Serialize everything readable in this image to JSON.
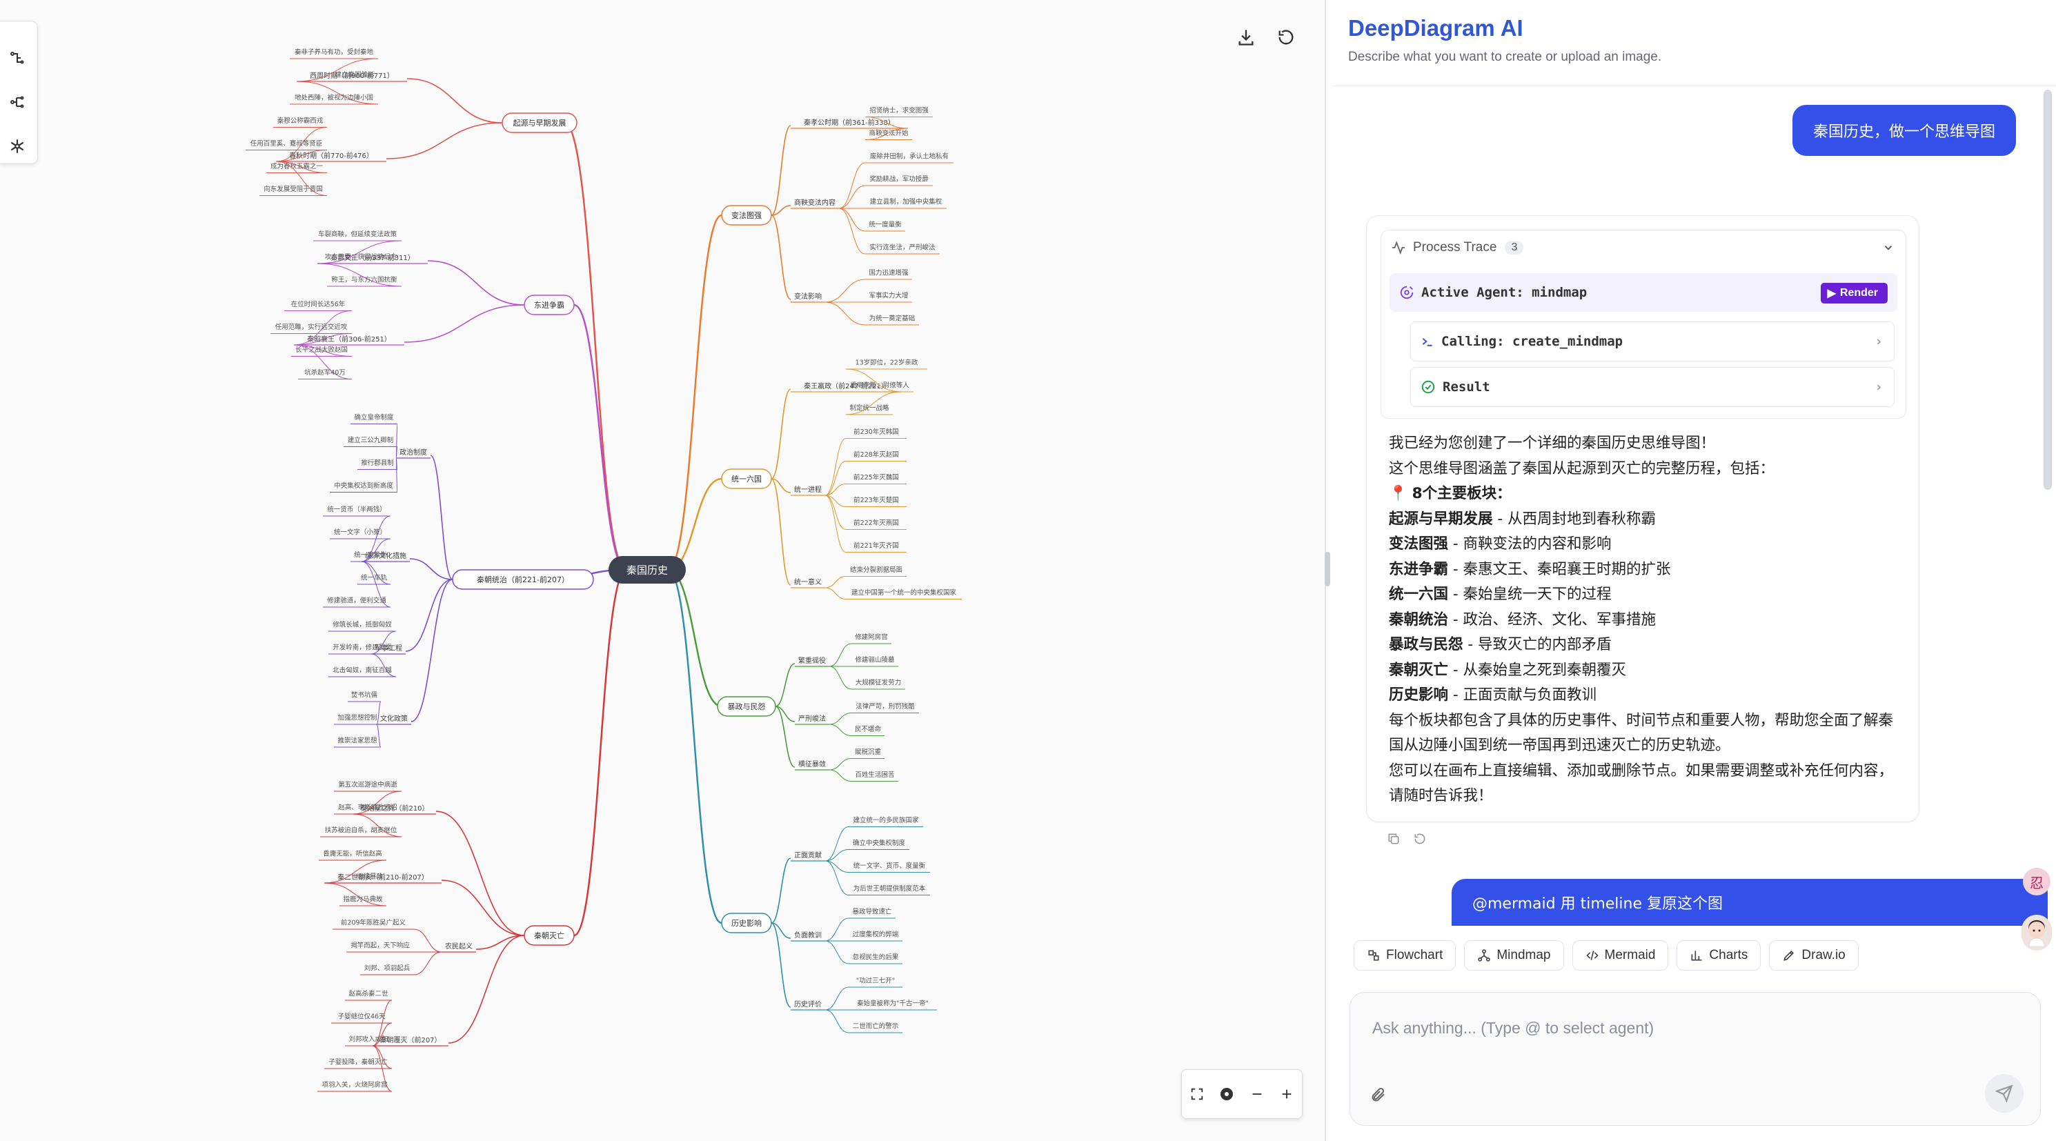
{
  "canvas": {
    "root": "秦国历史"
  },
  "mindmap": [
    {
      "label": "起源与早期发展",
      "color": "#e0544c",
      "side": "left",
      "children": [
        {
          "label": "西周时期（前900-前771）",
          "leaves": [
            "秦非子养马有功，受封秦地",
            "建立秦国雏形",
            "地处西陲，被视为边陲小国"
          ]
        },
        {
          "label": "春秋时期（前770-前476）",
          "leaves": [
            "秦穆公称霸西戎",
            "任用百里奚、蹇叔等贤臣",
            "成为春秋五霸之一",
            "向东发展受阻于晋国"
          ]
        }
      ]
    },
    {
      "label": "东进争霸",
      "color": "#b84fc7",
      "side": "left",
      "children": [
        {
          "label": "秦惠文王（前337-前311）",
          "leaves": [
            "车裂商鞅，但延续变法政策",
            "攻占巴蜀，获得战略后方",
            "称王，与东方六国抗衡"
          ]
        },
        {
          "label": "秦昭襄王（前306-前251）",
          "leaves": [
            "在位时间长达56年",
            "任用范雎，实行远交近攻",
            "长平之战大败赵国",
            "坑杀赵军40万"
          ]
        }
      ]
    },
    {
      "label": "秦朝统治（前221-前207）",
      "color": "#7a4ed0",
      "side": "left",
      "children": [
        {
          "label": "政治制度",
          "leaves": [
            "确立皇帝制度",
            "建立三公九卿制",
            "推行郡县制",
            "中央集权达到新高度"
          ]
        },
        {
          "label": "经济文化措施",
          "leaves": [
            "统一货币（半两钱）",
            "统一文字（小篆）",
            "统一度量衡",
            "统一车轨",
            "修建驰道，便利交通"
          ]
        },
        {
          "label": "军事工程",
          "leaves": [
            "修筑长城，抵御匈奴",
            "开发岭南，修建灵渠",
            "北击匈奴，南征百越"
          ]
        },
        {
          "label": "文化政策",
          "leaves": [
            "焚书坑儒",
            "加强思想控制",
            "推崇法家思想"
          ]
        }
      ]
    },
    {
      "label": "秦朝灭亡",
      "color": "#d6383a",
      "side": "left",
      "children": [
        {
          "label": "秦始皇之死（前210）",
          "leaves": [
            "第五次巡游途中病逝",
            "赵高、李斯篡改遗诏",
            "扶苏被迫自杀，胡亥继位"
          ]
        },
        {
          "label": "秦二世胡亥（前210-前207）",
          "leaves": [
            "昏庸无能，听信赵高",
            "继续暴政",
            "指鹿为马典故"
          ]
        },
        {
          "label": "农民起义",
          "leaves": [
            "前209年陈胜吴广起义",
            "揭竿而起，天下响应",
            "刘邦、项羽起兵"
          ]
        },
        {
          "label": "秦朝覆灭（前207）",
          "leaves": [
            "赵高杀秦二世",
            "子婴继位仅46天",
            "刘邦攻入咸阳",
            "子婴投降，秦朝灭亡",
            "项羽入关，火烧阿房宫"
          ]
        }
      ]
    },
    {
      "label": "变法图强",
      "color": "#ec7a2c",
      "side": "right",
      "children": [
        {
          "label": "秦孝公时期（前361-前338）",
          "leaves": [
            "招贤纳士，求变图强",
            "商鞅变法开始"
          ]
        },
        {
          "label": "商鞅变法内容",
          "leaves": [
            "废除井田制，承认土地私有",
            "奖励耕战，军功授爵",
            "建立县制，加强中央集权",
            "统一度量衡",
            "实行连坐法，严刑峻法"
          ]
        },
        {
          "label": "变法影响",
          "leaves": [
            "国力迅速增强",
            "军事实力大增",
            "为统一奠定基础"
          ]
        }
      ]
    },
    {
      "label": "统一六国",
      "color": "#e09a2e",
      "side": "right",
      "children": [
        {
          "label": "秦王嬴政（前247-前221）",
          "leaves": [
            "13岁即位，22岁亲政",
            "重用李斯、尉缭等人",
            "制定统一战略"
          ]
        },
        {
          "label": "统一进程",
          "leaves": [
            "前230年灭韩国",
            "前228年灭赵国",
            "前225年灭魏国",
            "前223年灭楚国",
            "前222年灭燕国",
            "前221年灭齐国"
          ]
        },
        {
          "label": "统一意义",
          "leaves": [
            "结束分裂割据局面",
            "建立中国第一个统一的中央集权国家"
          ]
        }
      ]
    },
    {
      "label": "暴政与民怨",
      "color": "#4a9e3c",
      "side": "right",
      "children": [
        {
          "label": "繁重徭役",
          "leaves": [
            "修建阿房宫",
            "修建骊山陵墓",
            "大规模征发劳力"
          ]
        },
        {
          "label": "严刑峻法",
          "leaves": [
            "法律严苛，刑罚残酷",
            "民不堪命"
          ]
        },
        {
          "label": "横征暴敛",
          "leaves": [
            "赋税沉重",
            "百姓生活困苦"
          ]
        }
      ]
    },
    {
      "label": "历史影响",
      "color": "#2f8faa",
      "side": "right",
      "children": [
        {
          "label": "正面贡献",
          "leaves": [
            "建立统一的多民族国家",
            "确立中央集权制度",
            "统一文字、货币、度量衡",
            "为后世王朝提供制度范本"
          ]
        },
        {
          "label": "负面教训",
          "leaves": [
            "暴政导致速亡",
            "过度集权的弊端",
            "忽视民生的后果"
          ]
        },
        {
          "label": "历史评价",
          "leaves": [
            "\"功过三七开\"",
            "秦始皇被称为\"千古一帝\"",
            "二世而亡的警示"
          ]
        }
      ]
    }
  ],
  "sidebar": {
    "title": "DeepDiagram AI",
    "subtitle": "Describe what you want to create or upload an image.",
    "user_msg_1": "秦国历史，做一个思维导图",
    "trace": {
      "title": "Process Trace",
      "count": "3",
      "agent_label": "Active Agent: mindmap",
      "render": "Render",
      "calling": "Calling: create_mindmap",
      "result": "Result"
    },
    "reply": {
      "intro1": "我已经为您创建了一个详细的秦国历史思维导图！",
      "intro2": "这个思维导图涵盖了秦国从起源到灭亡的完整历程，包括：",
      "header": "8个主要板块：",
      "items": [
        {
          "b": "起源与早期发展",
          "t": " - 从西周封地到春秋称霸"
        },
        {
          "b": "变法图强",
          "t": " - 商鞅变法的内容和影响"
        },
        {
          "b": "东进争霸",
          "t": " - 秦惠文王、秦昭襄王时期的扩张"
        },
        {
          "b": "统一六国",
          "t": " - 秦始皇统一天下的过程"
        },
        {
          "b": "秦朝统治",
          "t": " - 政治、经济、文化、军事措施"
        },
        {
          "b": "暴政与民怨",
          "t": " - 导致灭亡的内部矛盾"
        },
        {
          "b": "秦朝灭亡",
          "t": " - 从秦始皇之死到秦朝覆灭"
        },
        {
          "b": "历史影响",
          "t": " - 正面贡献与负面教训"
        }
      ],
      "para1": "每个板块都包含了具体的历史事件、时间节点和重要人物，帮助您全面了解秦",
      "para2": "国从边陲小国到统一帝国再到迅速灭亡的历史轨迹。",
      "para3": "您可以在画布上直接编辑、添加或删除节点。如果需要调整或补充任何内容，",
      "para4": "请随时告诉我！"
    },
    "user_msg_2": "@mermaid 用 timeline 复原这个图",
    "chips": [
      "Flowchart",
      "Mindmap",
      "Mermaid",
      "Charts",
      "Draw.io"
    ],
    "input_placeholder": "Ask anything... (Type @ to select agent)",
    "badge_char": "忍"
  }
}
